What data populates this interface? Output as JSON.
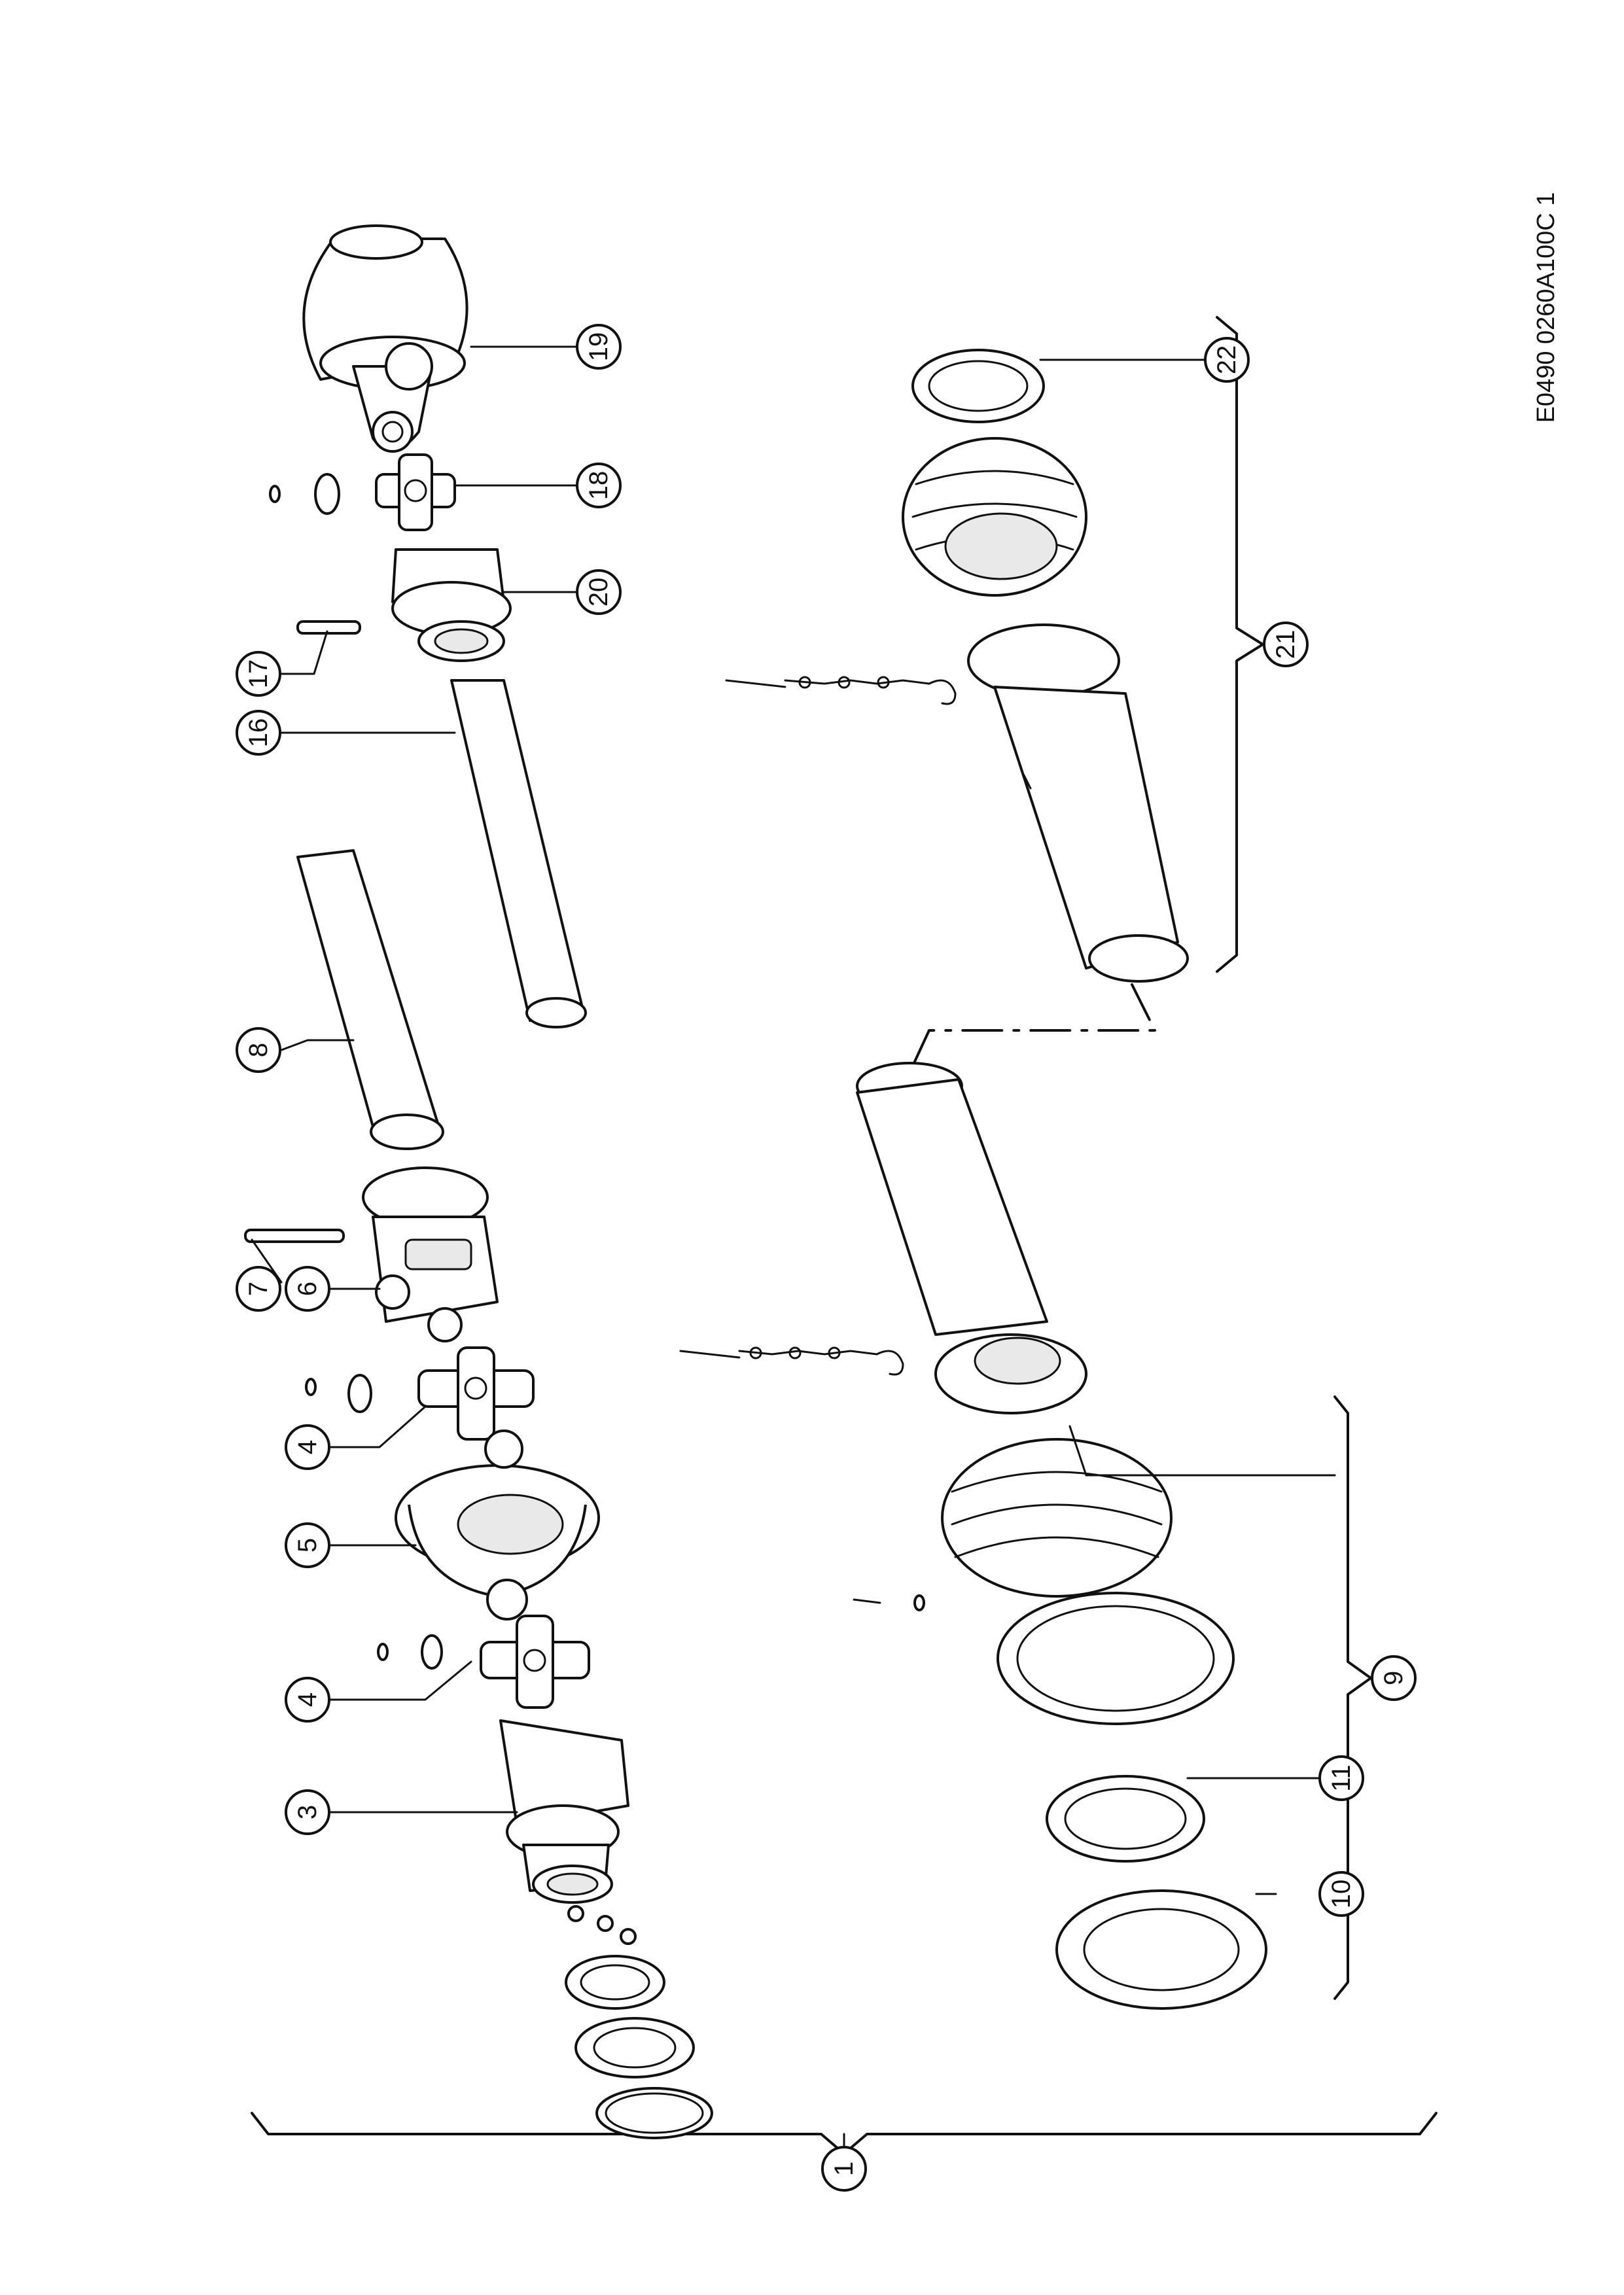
{
  "drawing_code": "E0490 0260A100C 1",
  "callouts": {
    "c1": "1",
    "c3": "3",
    "c4a": "4",
    "c4b": "4",
    "c5": "5",
    "c6": "6",
    "c7": "7",
    "c8": "8",
    "c9": "9",
    "c10": "10",
    "c11": "11",
    "c16": "16",
    "c17": "17",
    "c18": "18",
    "c19": "19",
    "c20": "20",
    "c21": "21",
    "c22": "22"
  },
  "colors": {
    "line": "#111111",
    "background": "#ffffff",
    "shade": "#e9e9e9"
  }
}
